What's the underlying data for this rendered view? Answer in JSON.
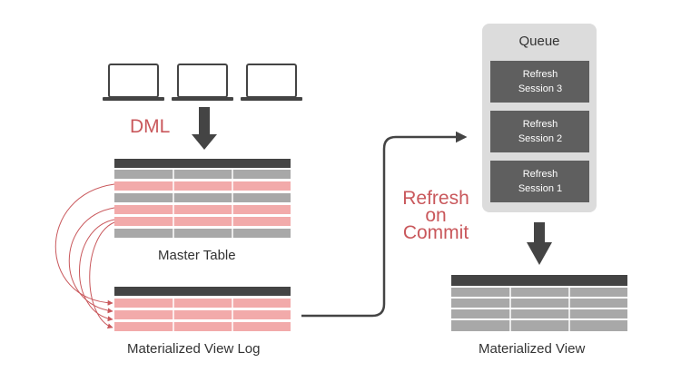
{
  "labels": {
    "dml": "DML",
    "master_table": "Master Table",
    "mv_log": "Materialized View Log",
    "materialized_view": "Materialized View",
    "refresh_on_commit": [
      "Refresh",
      "on",
      "Commit"
    ]
  },
  "queue": {
    "title": "Queue",
    "sessions": [
      {
        "line1": "Refresh",
        "line2": "Session 3"
      },
      {
        "line1": "Refresh",
        "line2": "Session 2"
      },
      {
        "line1": "Refresh",
        "line2": "Session 1"
      }
    ]
  },
  "colors": {
    "accent": "#c9585c",
    "pink_row": "#f2aaaa",
    "gray_row": "#a8a8a8",
    "header": "#444444",
    "session_box": "#5f5f5f",
    "queue_bg": "#dcdcdc"
  },
  "icons": [
    "laptop-icon",
    "laptop-icon",
    "laptop-icon"
  ]
}
